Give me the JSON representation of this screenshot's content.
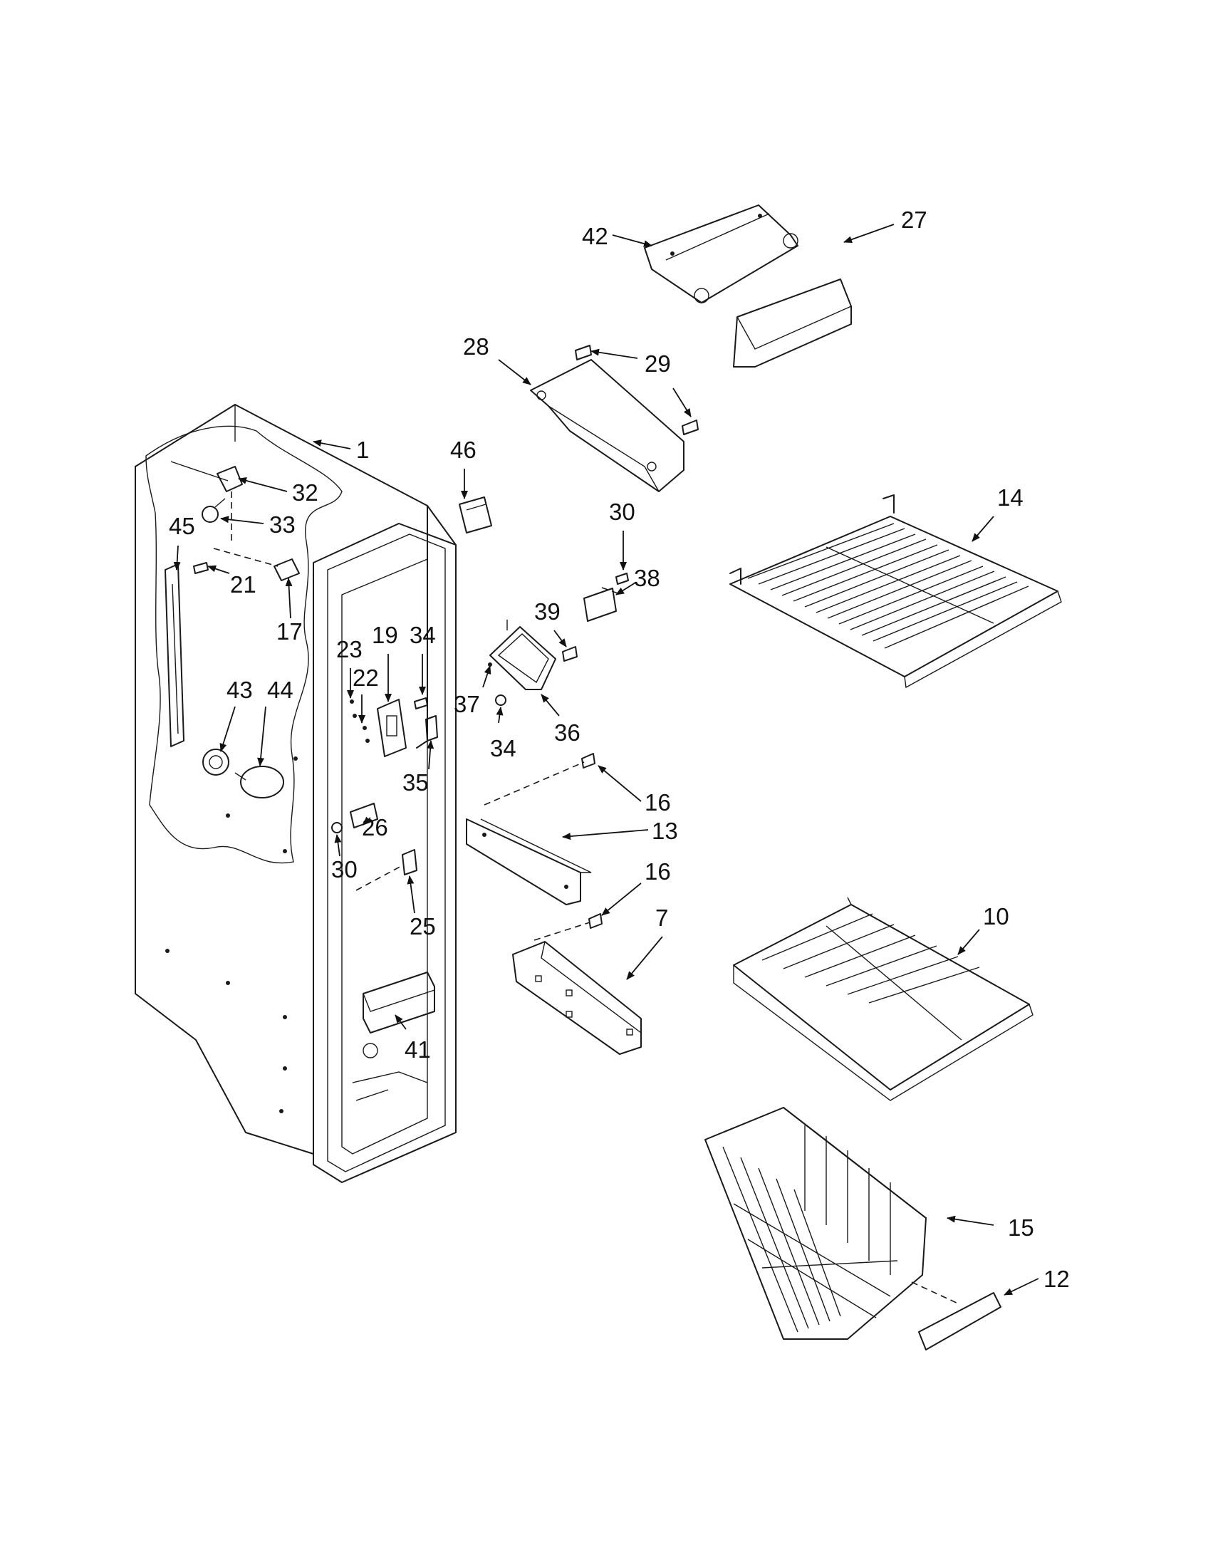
{
  "diagram": {
    "callouts": [
      {
        "id": "c1",
        "label": "1"
      },
      {
        "id": "c32",
        "label": "32"
      },
      {
        "id": "c33",
        "label": "33"
      },
      {
        "id": "c45",
        "label": "45"
      },
      {
        "id": "c21",
        "label": "21"
      },
      {
        "id": "c17",
        "label": "17"
      },
      {
        "id": "c43",
        "label": "43"
      },
      {
        "id": "c44",
        "label": "44"
      },
      {
        "id": "c23",
        "label": "23"
      },
      {
        "id": "c19",
        "label": "19"
      },
      {
        "id": "c22",
        "label": "22"
      },
      {
        "id": "c34a",
        "label": "34"
      },
      {
        "id": "c35",
        "label": "35"
      },
      {
        "id": "c26",
        "label": "26"
      },
      {
        "id": "c30a",
        "label": "30"
      },
      {
        "id": "c25",
        "label": "25"
      },
      {
        "id": "c41",
        "label": "41"
      },
      {
        "id": "c46",
        "label": "46"
      },
      {
        "id": "c42",
        "label": "42"
      },
      {
        "id": "c27",
        "label": "27"
      },
      {
        "id": "c28",
        "label": "28"
      },
      {
        "id": "c29",
        "label": "29"
      },
      {
        "id": "c30b",
        "label": "30"
      },
      {
        "id": "c38",
        "label": "38"
      },
      {
        "id": "c39",
        "label": "39"
      },
      {
        "id": "c37",
        "label": "37"
      },
      {
        "id": "c36",
        "label": "36"
      },
      {
        "id": "c34b",
        "label": "34"
      },
      {
        "id": "c14",
        "label": "14"
      },
      {
        "id": "c16a",
        "label": "16"
      },
      {
        "id": "c13",
        "label": "13"
      },
      {
        "id": "c16b",
        "label": "16"
      },
      {
        "id": "c7",
        "label": "7"
      },
      {
        "id": "c10",
        "label": "10"
      },
      {
        "id": "c15",
        "label": "15"
      },
      {
        "id": "c12",
        "label": "12"
      }
    ]
  }
}
